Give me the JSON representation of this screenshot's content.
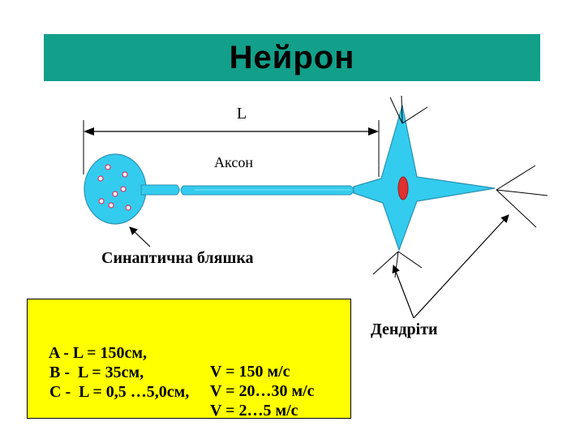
{
  "title": "Нейрон",
  "labels": {
    "length": "L",
    "axon": "Аксон",
    "synaptic_plaque": "Синаптична бляшка",
    "dendrites": "Дендріти"
  },
  "info_rows": [
    {
      "left": "A - L = 150см,",
      "right": "V = 150 м/с"
    },
    {
      "left": "B -  L = 35см,",
      "right": "V = 20…30 м/с"
    },
    {
      "left": "C -  L = 0,5 …5,0см,",
      "right": "V = 2…5 м/с"
    }
  ],
  "colors": {
    "title_bar": "#12a08a",
    "cell": "#33ccee",
    "nucleus": "#e03030",
    "info_box": "#ffff00"
  }
}
